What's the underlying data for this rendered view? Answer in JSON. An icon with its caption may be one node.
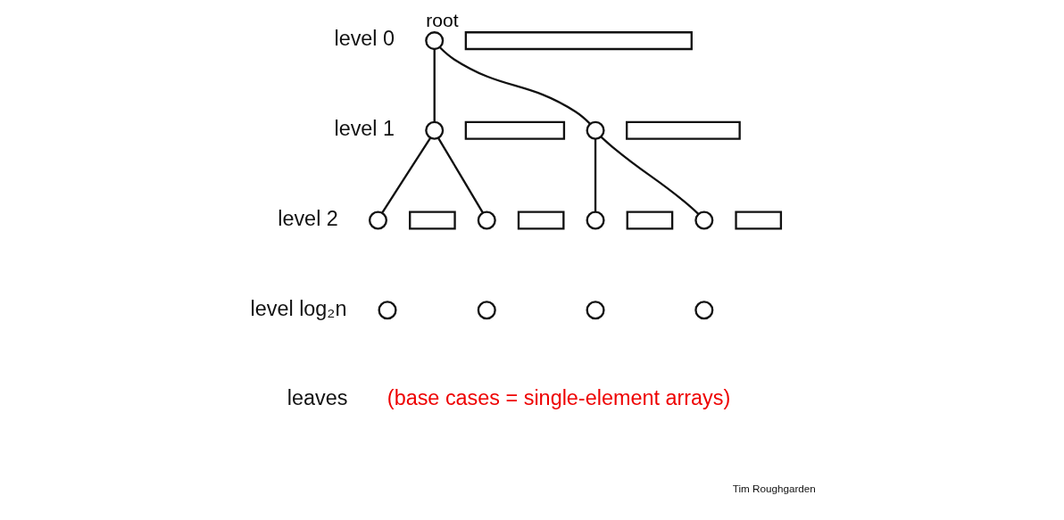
{
  "diagram": {
    "nodes": [
      {
        "text": [],
        "shape": "circle",
        "beside": [
          "root"
        ]
      },
      {
        "text": [],
        "shape": "circle"
      },
      {
        "text": [],
        "shape": "circle"
      },
      {
        "text": [],
        "shape": "circle"
      },
      {
        "text": [],
        "shape": "circle"
      },
      {
        "text": [],
        "shape": "circle"
      },
      {
        "text": [],
        "shape": "circle"
      },
      {
        "text": [],
        "shape": "bar"
      },
      {
        "text": [],
        "shape": "bar"
      },
      {
        "text": [],
        "shape": "bar"
      },
      {
        "text": [],
        "shape": "bar"
      },
      {
        "text": [],
        "shape": "bar"
      },
      {
        "text": [],
        "shape": "bar"
      },
      {
        "text": [],
        "shape": "bar"
      },
      {
        "text": [],
        "shape": "circle"
      },
      {
        "text": [],
        "shape": "circle"
      },
      {
        "text": [],
        "shape": "circle"
      },
      {
        "text": [],
        "shape": "circle"
      }
    ],
    "edges": [
      {
        "from": 0,
        "to": 1,
        "arrow": "none"
      },
      {
        "from": 0,
        "to": 2,
        "arrow": "none"
      },
      {
        "from": 1,
        "to": 3,
        "arrow": "none"
      },
      {
        "from": 1,
        "to": 4,
        "arrow": "none"
      },
      {
        "from": 2,
        "to": 5,
        "arrow": "none"
      },
      {
        "from": 2,
        "to": 6,
        "arrow": "none"
      }
    ],
    "labels": [
      "level 0",
      "level 1",
      "level 2",
      "level log₂n",
      "leaves",
      "(base cases = single-element arrays)",
      "Tim Roughgarden"
    ]
  }
}
